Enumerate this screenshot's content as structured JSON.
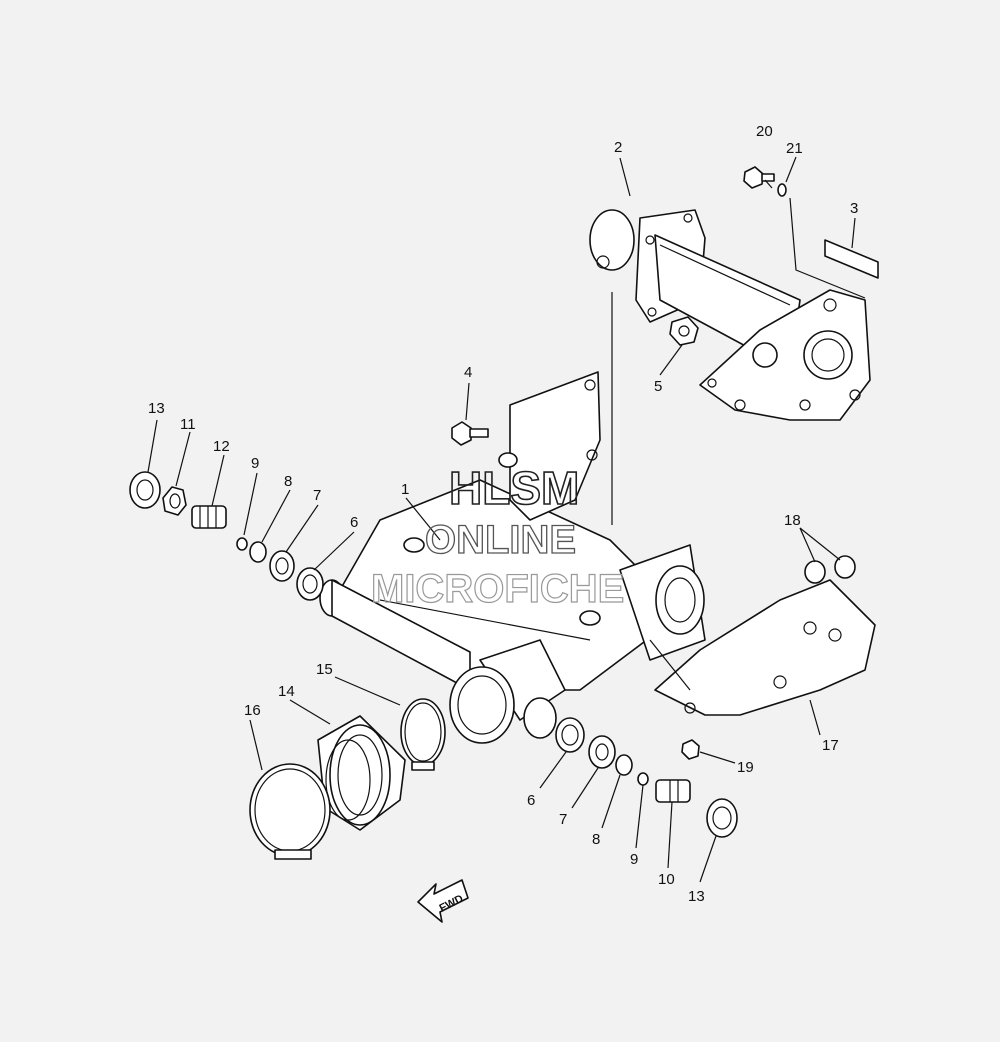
{
  "watermark": {
    "line1": "HLSM",
    "line2": "ONLINE",
    "line3": "MICROFICHE"
  },
  "direction_label": "FWD",
  "callouts": [
    "1",
    "2",
    "3",
    "4",
    "5",
    "6",
    "7",
    "8",
    "9",
    "10",
    "11",
    "12",
    "13",
    "14",
    "15",
    "16",
    "17",
    "18",
    "19",
    "20",
    "21",
    "6",
    "7",
    "8",
    "9",
    "13"
  ]
}
